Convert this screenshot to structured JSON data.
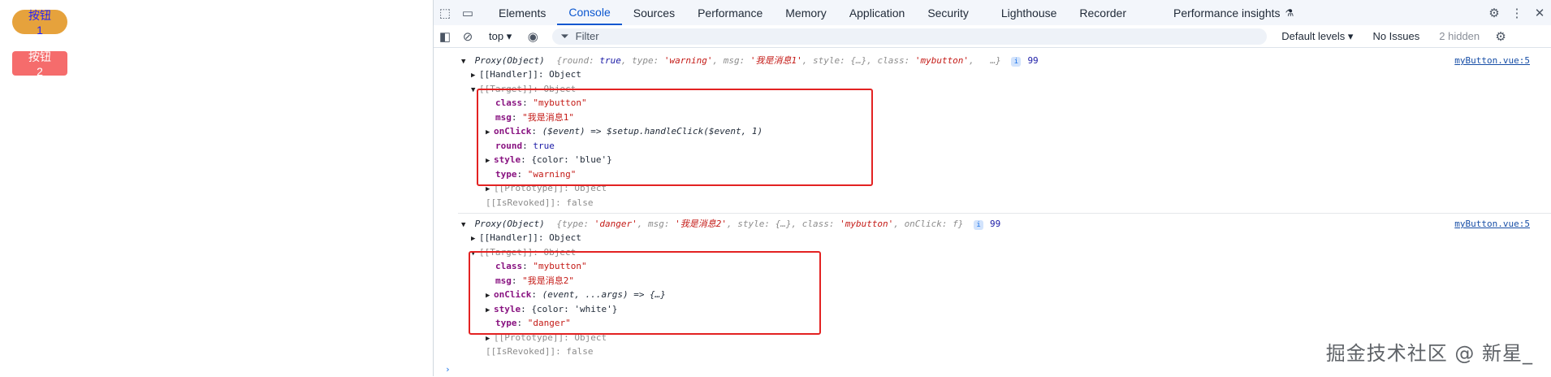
{
  "page": {
    "button1": "按钮1",
    "button2": "按钮2"
  },
  "devtools": {
    "tabs": [
      "Elements",
      "Console",
      "Sources",
      "Performance",
      "Memory",
      "Application",
      "Security",
      "Lighthouse",
      "Recorder",
      "Performance insights"
    ],
    "active_tab": "Console",
    "context": "top",
    "filter_placeholder": "Filter",
    "levels": "Default levels",
    "issues": "No Issues",
    "hidden": "2 hidden"
  },
  "console": {
    "log1": {
      "header": "Proxy(Object)",
      "preview": {
        "k1": "round",
        "v1": "true",
        "k2": "type",
        "v2": "'warning'",
        "k3": "msg",
        "v3": "'我是消息1'",
        "k4": "style",
        "v4": "{…}",
        "k5": "class",
        "v5": "'mybutton'",
        "tail": "…}"
      },
      "count": "99",
      "source": "myButton.vue:5",
      "handler": "[[Handler]]: Object",
      "target": "[[Target]]: Object",
      "props": [
        {
          "k": "class",
          "v": "\"mybutton\""
        },
        {
          "k": "msg",
          "v": "\"我是消息1\""
        },
        {
          "k": "onClick",
          "v": "($event) => $setup.handleClick($event, 1)"
        },
        {
          "k": "round",
          "v": "true"
        },
        {
          "k": "style",
          "v": "{color: 'blue'}"
        },
        {
          "k": "type",
          "v": "\"warning\""
        }
      ],
      "prototype": "[[Prototype]]: Object",
      "revoked": "[[IsRevoked]]: false"
    },
    "log2": {
      "header": "Proxy(Object)",
      "preview": {
        "k1": "type",
        "v1": "'danger'",
        "k2": "msg",
        "v2": "'我是消息2'",
        "k3": "style",
        "v3": "{…}",
        "k4": "class",
        "v4": "'mybutton'",
        "k5": "onClick",
        "v5": "f}"
      },
      "count": "99",
      "source": "myButton.vue:5",
      "handler": "[[Handler]]: Object",
      "target": "[[Target]]: Object",
      "props": [
        {
          "k": "class",
          "v": "\"mybutton\""
        },
        {
          "k": "msg",
          "v": "\"我是消息2\""
        },
        {
          "k": "onClick",
          "v": "(event, ...args) => {…}"
        },
        {
          "k": "style",
          "v": "{color: 'white'}"
        },
        {
          "k": "type",
          "v": "\"danger\""
        }
      ],
      "prototype": "[[Prototype]]: Object",
      "revoked": "[[IsRevoked]]: false"
    }
  },
  "watermark": "掘金技术社区 @ 新星_",
  "colors": {
    "button1": "#e6a23c",
    "button2": "#f56c6c",
    "highlight": "#e32222",
    "active_tab": "#0b57d0"
  }
}
